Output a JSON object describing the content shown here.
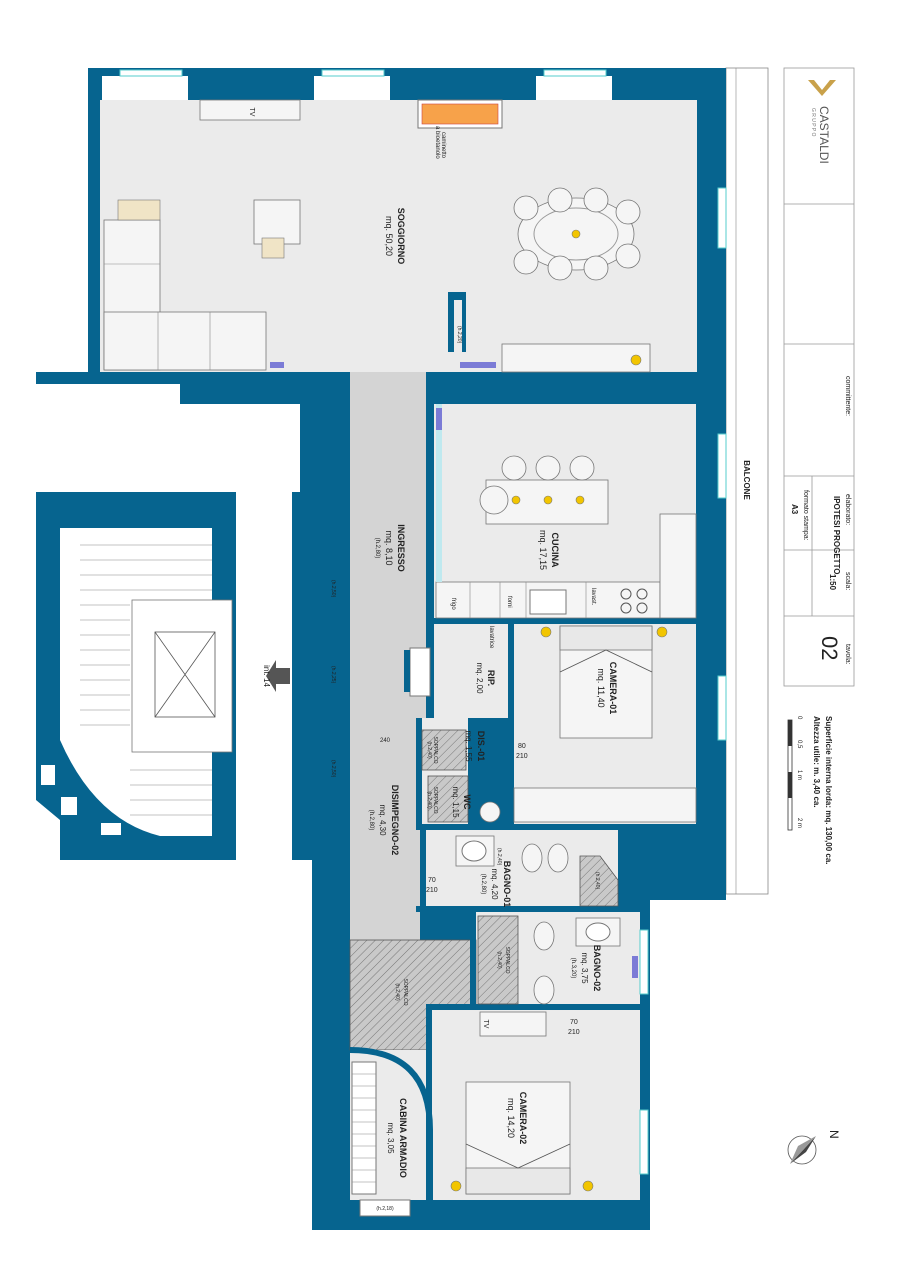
{
  "rooms": {
    "soggiorno": {
      "name": "SOGGIORNO",
      "area": "mq. 50,20"
    },
    "ingresso": {
      "name": "INGRESSO",
      "area": "mq. 8,10",
      "height": "(h.2,80)"
    },
    "cucina": {
      "name": "CUCINA",
      "area": "mq. 17,15"
    },
    "camera01": {
      "name": "CAMERA-01",
      "area": "mq. 11,40"
    },
    "rip": {
      "name": "RIP.",
      "area": "mq. 2,00"
    },
    "dis01": {
      "name": "DIS.-01",
      "area": "mq. 1,55"
    },
    "wc": {
      "name": "WC",
      "area": "mq. 1,15"
    },
    "disimpegno02": {
      "name": "DISIMPEGNO-02",
      "area": "mq. 4,30",
      "height": "(h.2,80)"
    },
    "bagno01": {
      "name": "BAGNO-01",
      "area": "mq. 4,20",
      "height": "(h.2,80)"
    },
    "bagno02": {
      "name": "BAGNO-02",
      "area": "mq. 3,75",
      "height": "(h.3,20)"
    },
    "camera02": {
      "name": "CAMERA-02",
      "area": "mq. 14,20"
    },
    "cabina": {
      "name": "CABINA ARMADIO",
      "area": "mq. 3,05"
    }
  },
  "labels": {
    "balcone": "BALCONE",
    "int14": "int. 14",
    "tv": "TV",
    "camino": "caminetto",
    "camino2": "a bioetanolo",
    "frigo": "frigo",
    "forni": "forni",
    "lavast": "lavast.",
    "lavatrice": "lavatrice",
    "soppalco": "SOPPALCO",
    "h240": "(h.2,40)",
    "h250": "(h.2,50)",
    "h225": "(h.2,25)",
    "h220": "(h.2,20)",
    "h218": "(h.2,18)",
    "d80": "80",
    "d70": "70",
    "d210": "210",
    "d240": "240"
  },
  "panel": {
    "brand_small": "G R U P P O",
    "brand": "CASTALDI",
    "committente": "committente:",
    "elaborato_label": "elaborato:",
    "elaborato": "IPOTESI PROGETTO",
    "formato_label": "formato stampa:",
    "formato": "A3",
    "scala_label": "scala:",
    "scala": "1:50",
    "tavola_label": "tavola:",
    "tavola": "02"
  },
  "info": {
    "superficie": "Superficie interna lorda: mq. 130,00 ca.",
    "altezza": "Altezza utile: m. 3,40 ca.",
    "scale_0": "0",
    "scale_05": "0,5",
    "scale_1": "1 m",
    "scale_2": "2 m",
    "north": "N"
  },
  "colors": {
    "wall": "#06648f",
    "accent": "#f2c500",
    "brand": "#c9a14a"
  }
}
